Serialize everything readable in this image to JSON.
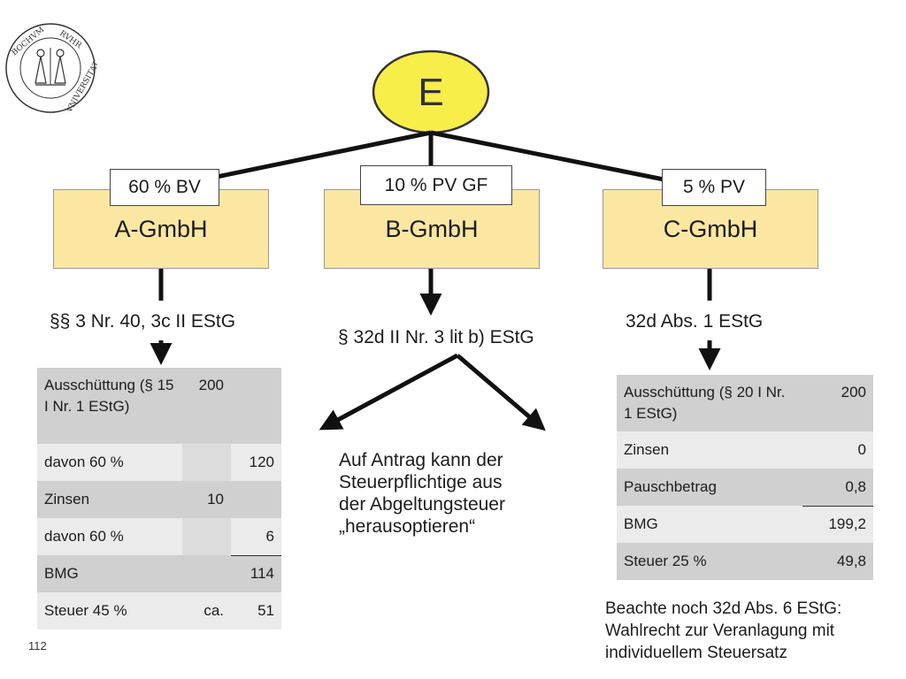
{
  "top_node": {
    "label": "E"
  },
  "companies": {
    "a": {
      "name": "A-GmbH",
      "tag": "60 % BV",
      "law": "§§ 3 Nr. 40, 3c II EStG"
    },
    "b": {
      "name": "B-GmbH",
      "tag": "10 % PV GF",
      "law": "§ 32d II Nr. 3 lit b) EStG"
    },
    "c": {
      "name": "C-GmbH",
      "tag": "5 % PV",
      "law": "32d Abs. 1 EStG"
    }
  },
  "table_a": {
    "rows": [
      {
        "label": "Ausschüttung (§ 15 I Nr. 1 EStG)",
        "mid": "200",
        "right": ""
      },
      {
        "label": "davon 60 %",
        "mid": "",
        "right": "120"
      },
      {
        "label": "Zinsen",
        "mid": "10",
        "right": ""
      },
      {
        "label": "davon 60 %",
        "mid": "",
        "right": "6"
      },
      {
        "label": "BMG",
        "mid": "",
        "right": "114"
      },
      {
        "label": "Steuer 45 %",
        "mid": "ca.",
        "right": "51"
      }
    ]
  },
  "table_c": {
    "rows": [
      {
        "label": "Ausschüttung (§ 20 I Nr. 1 EStG)",
        "value": "200"
      },
      {
        "label": "Zinsen",
        "value": "0"
      },
      {
        "label": "Pauschbetrag",
        "value": "0,8"
      },
      {
        "label": "BMG",
        "value": "199,2"
      },
      {
        "label": "Steuer 25 %",
        "value": "49,8"
      }
    ]
  },
  "b_note": {
    "line1": "Auf Antrag kann der",
    "line2": "Steuerpflichtige aus",
    "line3": "der Abgeltungsteuer",
    "line4": "„herausoptieren“"
  },
  "c_note": {
    "line1": "Beachte noch 32d Abs. 6 EStG:",
    "line2": "Wahlrecht zur Veranlagung mit",
    "line3": "individuellem Steuersatz"
  },
  "seal": {
    "text": "BOCHVM · RVHR · VNIVERSITAT",
    "icon": "university-seal-icon"
  },
  "page_number": "112",
  "colors": {
    "top_node": "#f8ee4a",
    "company_box": "#fbe7a1",
    "row_dark": "#d0d0d0",
    "row_light": "#ebebeb"
  }
}
